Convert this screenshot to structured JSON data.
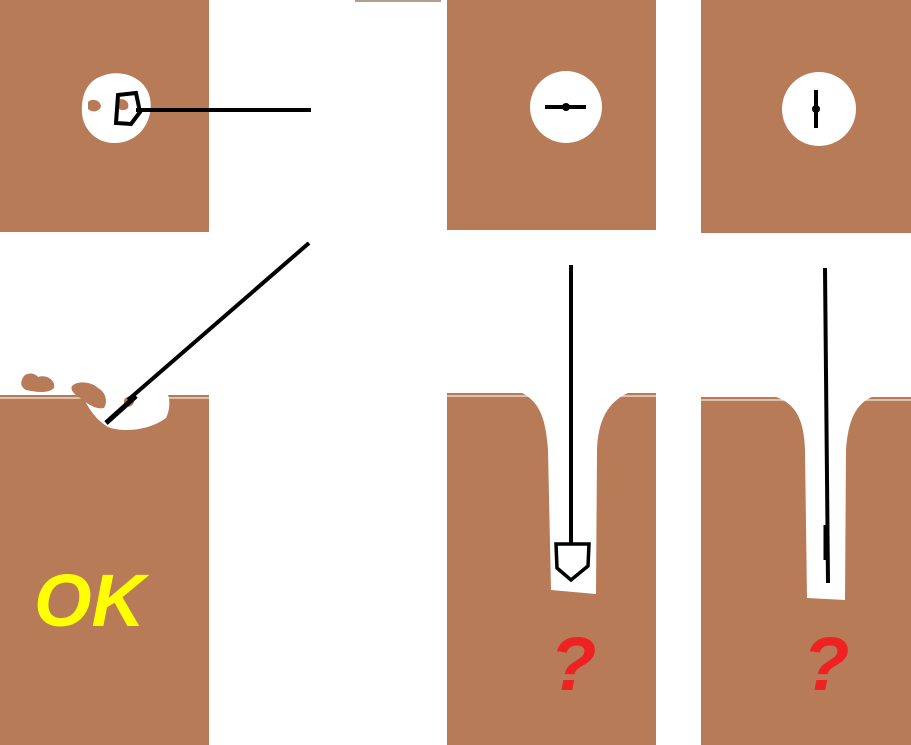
{
  "colors": {
    "wood": "#b87b58",
    "hole": "#ffffff",
    "tool": "#000000",
    "ok_label": "#ffff00",
    "question_label": "#ee2222"
  },
  "panels": [
    {
      "id": "panel-1",
      "tool": "small-cutter-bit",
      "result_label": "OK"
    },
    {
      "id": "panel-2",
      "tool": "spade-drill-bit",
      "result_label": "?"
    },
    {
      "id": "panel-3",
      "tool": "flat-rod-bit",
      "result_label": "?"
    }
  ]
}
